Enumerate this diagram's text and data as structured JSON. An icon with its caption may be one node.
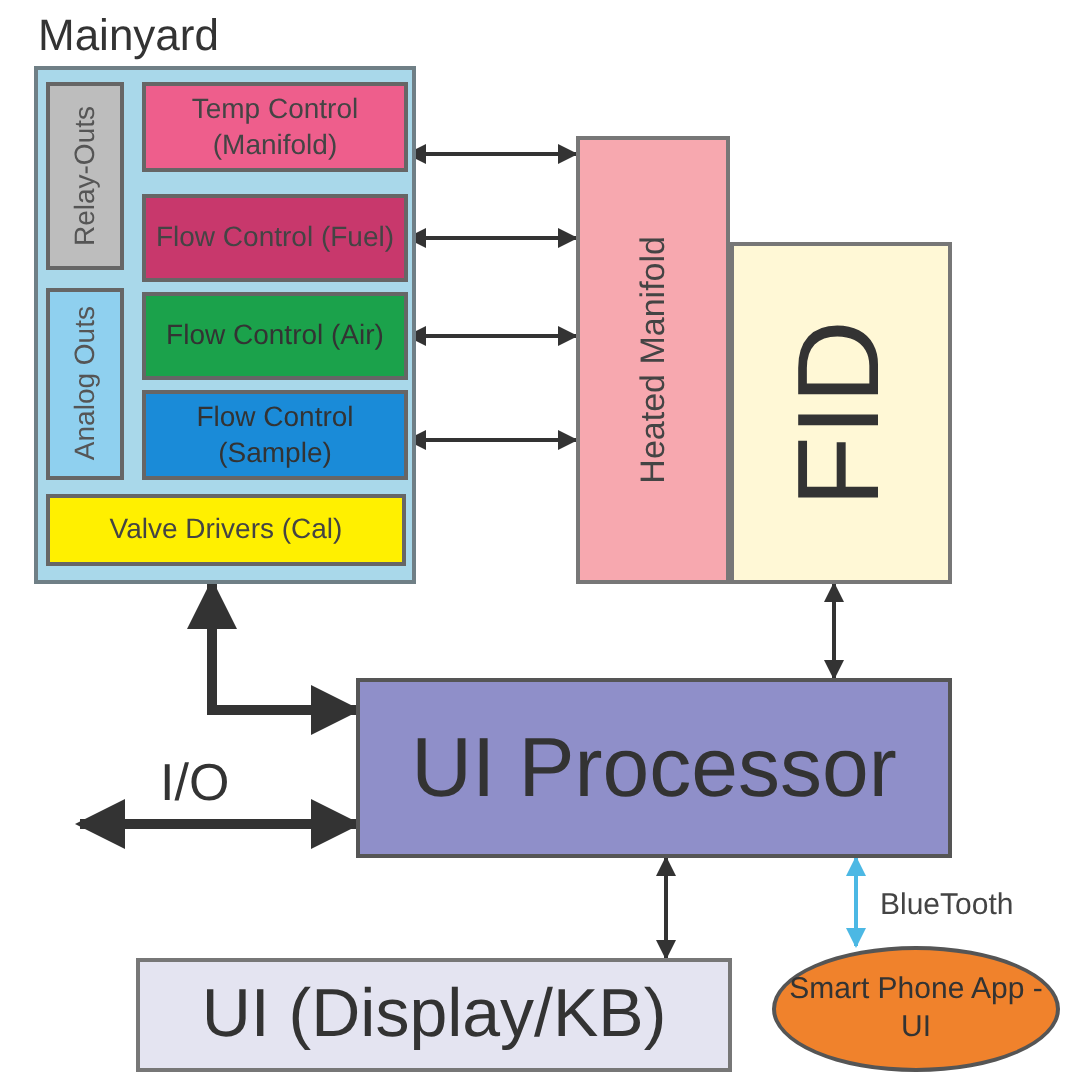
{
  "diagram": {
    "nodes": [
      {
        "text": [
          "Mainyard"
        ]
      },
      {
        "text": [
          "Relay-Outs"
        ],
        "in": 0
      },
      {
        "text": [
          "Analog Outs"
        ],
        "in": 0
      },
      {
        "text": [
          "Temp Control (Manifold)"
        ],
        "in": 0
      },
      {
        "text": [
          "Flow Control (Fuel)"
        ],
        "in": 0
      },
      {
        "text": [
          "Flow Control (Air)"
        ],
        "in": 0
      },
      {
        "text": [
          "Flow Control (Sample)"
        ],
        "in": 0
      },
      {
        "text": [
          "Valve Drivers (Cal)"
        ],
        "in": 0
      },
      {
        "text": [
          "Heated Manifold"
        ]
      },
      {
        "text": [
          "FID"
        ]
      },
      {
        "text": [
          "UI Processor"
        ]
      },
      {
        "text": [
          "UI (Display/KB)"
        ]
      },
      {
        "text": [
          "Smart Phone App - UI"
        ]
      }
    ],
    "edges": [
      {
        "from": 3,
        "to": 8,
        "arrow": "both"
      },
      {
        "from": 4,
        "to": 8,
        "arrow": "both"
      },
      {
        "from": 5,
        "to": 8,
        "arrow": "both"
      },
      {
        "from": 6,
        "to": 8,
        "arrow": "both"
      },
      {
        "from": 0,
        "to": 10,
        "arrow": "both",
        "style": "thick"
      },
      {
        "from": null,
        "to": 10,
        "arrow": "both",
        "style": "thick",
        "label": "I/O"
      },
      {
        "from": 9,
        "to": 10,
        "arrow": "both"
      },
      {
        "from": 10,
        "to": 11,
        "arrow": "both"
      },
      {
        "from": 10,
        "to": 12,
        "arrow": "both",
        "color": "#4cb8e4",
        "label": "BlueTooth"
      }
    ]
  }
}
